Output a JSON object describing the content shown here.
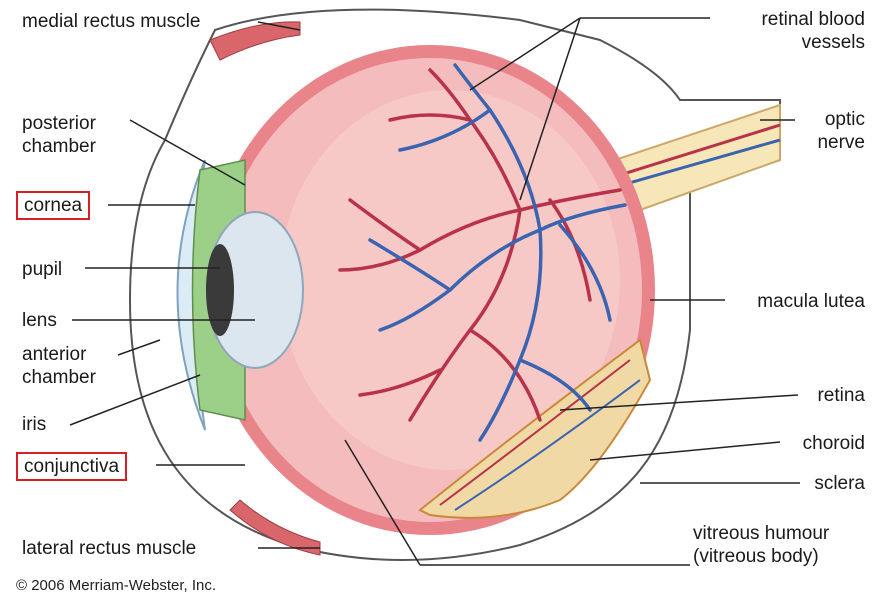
{
  "labels": {
    "medial_rectus": "medial rectus muscle",
    "posterior_chamber": "posterior chamber",
    "cornea": "cornea",
    "pupil": "pupil",
    "lens": "lens",
    "anterior_chamber": "anterior chamber",
    "iris": "iris",
    "conjunctiva": "conjunctiva",
    "lateral_rectus": "lateral rectus muscle",
    "retinal_blood_vessels": "retinal blood vessels",
    "optic_nerve": "optic nerve",
    "macula_lutea": "macula lutea",
    "retina": "retina",
    "choroid": "choroid",
    "sclera": "sclera",
    "vitreous_humour": "vitreous humour (vitreous body)"
  },
  "copyright": "© 2006 Merriam-Webster, Inc.",
  "colors": {
    "highlight_box": "#d61f26",
    "artery": "#b8324a",
    "vein": "#3a64b0",
    "globe_fill": "#f4bcbc",
    "muscle": "#d9666b",
    "iris": "#9ccf88",
    "nerve": "#f7e7b8"
  }
}
